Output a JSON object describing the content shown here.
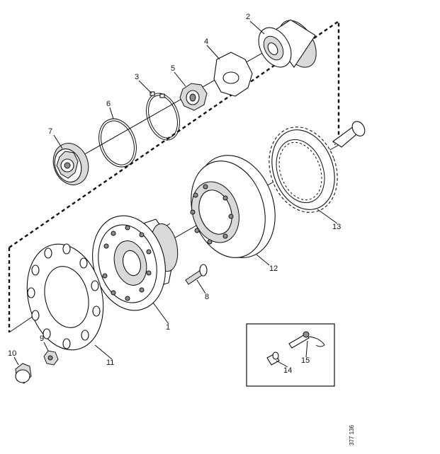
{
  "figure": {
    "reference_number": "377 136",
    "parts": [
      {
        "number": "1"
      },
      {
        "number": "2"
      },
      {
        "number": "3"
      },
      {
        "number": "4"
      },
      {
        "number": "5"
      },
      {
        "number": "6"
      },
      {
        "number": "7"
      },
      {
        "number": "8"
      },
      {
        "number": "9"
      },
      {
        "number": "10"
      },
      {
        "number": "11"
      },
      {
        "number": "12"
      },
      {
        "number": "13"
      },
      {
        "number": "14"
      },
      {
        "number": "15"
      }
    ]
  }
}
